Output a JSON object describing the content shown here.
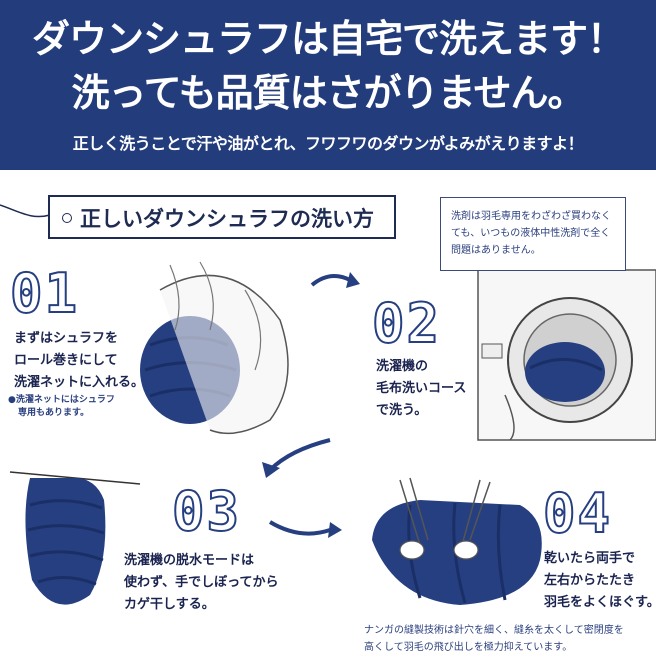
{
  "banner": {
    "line1": "ダウンシュラフは自宅で洗えます！",
    "line2": "洗っても品質はさがりません。",
    "line3": "正しく洗うことで汗や油がとれ、フワフワのダウンがよみがえりますよ！"
  },
  "guide": {
    "title": "正しいダウンシュラフの洗い方"
  },
  "detergent_note": {
    "text": "洗剤は羽毛専用をわざわざ買わなくても、いつもの液体中性洗剤で全く問題はありません。"
  },
  "steps": [
    {
      "number": "01",
      "lines": [
        "まずはシュラフを",
        "ロール巻きにして",
        "洗濯ネットに入れる。"
      ],
      "note": [
        "●洗濯ネットにはシュラフ",
        "専用もあります。"
      ]
    },
    {
      "number": "02",
      "lines": [
        "洗濯機の",
        "毛布洗いコース",
        "で洗う。"
      ]
    },
    {
      "number": "03",
      "lines": [
        "洗濯機の脱水モードは",
        "使わず、手でしぼってから",
        "カゲ干しする。"
      ]
    },
    {
      "number": "04",
      "lines": [
        "乾いたら両手で",
        "左右からたたき",
        "羽毛をよくほぐす。"
      ]
    }
  ],
  "footer_note": {
    "line1": "ナンガの縫製技術は針穴を細く、縫糸を太くして密閉度を",
    "line2": "高くして羽毛の飛び出しを極力抑えています。"
  },
  "colors": {
    "banner": "#233d7c",
    "ink": "#1e2b52",
    "accent": "#263f81"
  }
}
